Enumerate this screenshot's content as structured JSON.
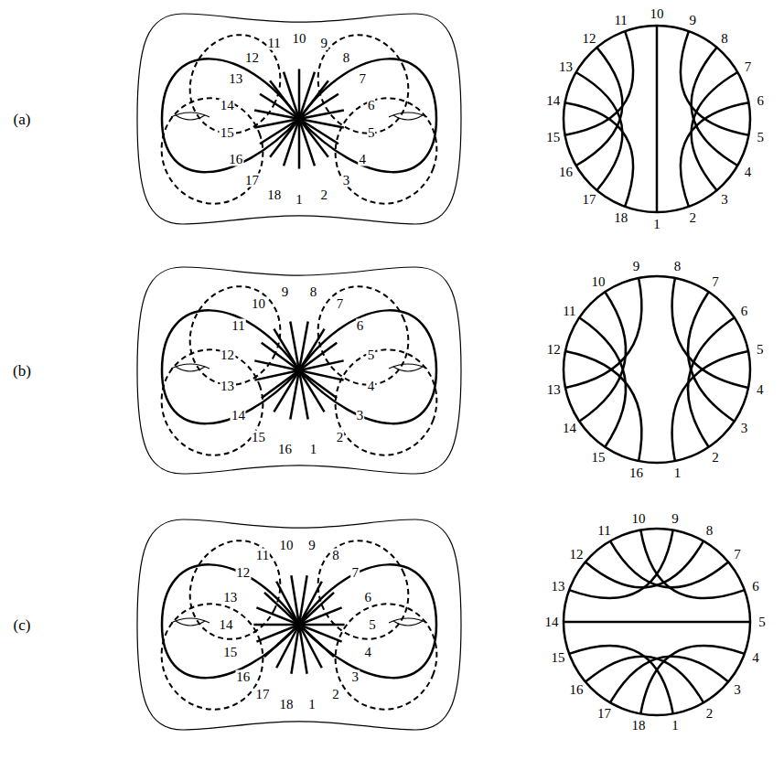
{
  "diagram": {
    "labels": [
      "(a)",
      "1",
      "2",
      "3",
      "4",
      "5",
      "6",
      "7",
      "8",
      "9",
      "10",
      "11",
      "12",
      "13",
      "14",
      "15",
      "16",
      "17",
      "18",
      "1",
      "2",
      "3",
      "4",
      "5",
      "6",
      "7",
      "8",
      "9",
      "10",
      "11",
      "12",
      "13",
      "14",
      "15",
      "16",
      "17",
      "18",
      "(b)",
      "1",
      "2",
      "3",
      "4",
      "5",
      "6",
      "7",
      "8",
      "9",
      "10",
      "11",
      "12",
      "13",
      "14",
      "15",
      "16",
      "1",
      "2",
      "3",
      "4",
      "5",
      "6",
      "7",
      "8",
      "9",
      "10",
      "11",
      "12",
      "13",
      "14",
      "15",
      "16",
      "(c)",
      "1",
      "2",
      "3",
      "4",
      "5",
      "6",
      "7",
      "8",
      "9",
      "10",
      "11",
      "12",
      "13",
      "14",
      "15",
      "16",
      "17",
      "18",
      "1",
      "2",
      "3",
      "4",
      "5",
      "6",
      "7",
      "8",
      "9",
      "10",
      "11",
      "12",
      "13",
      "14",
      "15",
      "16",
      "17",
      "18"
    ]
  }
}
